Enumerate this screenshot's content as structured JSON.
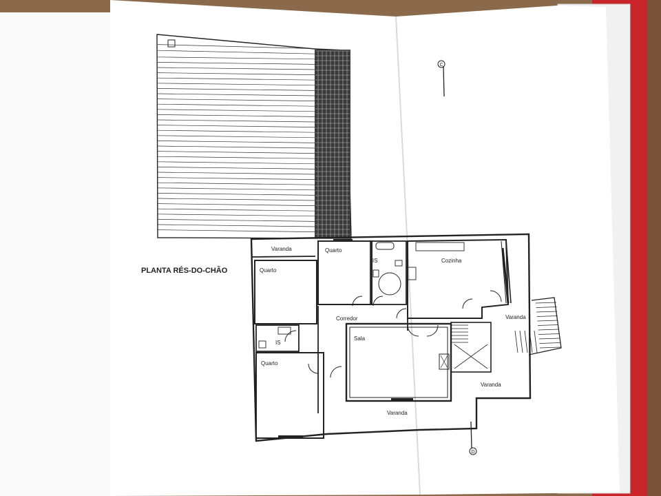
{
  "drawing": {
    "title": "PLANTA RÉS-DO-CHÃO",
    "section_marks": [
      "C",
      "D"
    ],
    "rooms": {
      "varanda_top": "Varanda",
      "quarto_top": "Quarto",
      "is_top": "IS",
      "cozinha": "Cozinha",
      "quarto_left": "Quarto",
      "corredor": "Corredor",
      "varanda_right": "Varanda",
      "is_left": "IS",
      "sala": "Sala",
      "quarto_bottom": "Quarto",
      "varanda_mid": "Varanda",
      "varanda_bottom": "Varanda"
    }
  },
  "colors": {
    "background": "#8a6a4a",
    "binder_red": "#c8242a",
    "paper": "#ffffff",
    "ink": "#222222"
  }
}
